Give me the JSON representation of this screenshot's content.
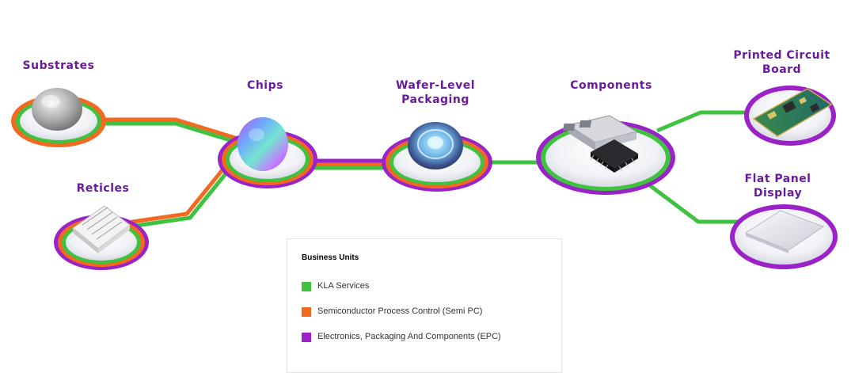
{
  "colors": {
    "services": "#3fc23f",
    "semi_pc": "#f26a21",
    "epc": "#9b22c9",
    "label": "#6a1b9a"
  },
  "nodes": {
    "substrates": {
      "label": "Substrates",
      "icon": "substrate-wafer-icon"
    },
    "reticles": {
      "label": "Reticles",
      "icon": "reticle-icon"
    },
    "chips": {
      "label": "Chips",
      "icon": "chip-wafer-icon"
    },
    "wlp": {
      "label": "Wafer-Level Packaging",
      "icon": "packaged-wafer-icon"
    },
    "components": {
      "label": "Components",
      "icon": "components-icon"
    },
    "pcb": {
      "label": "Printed Circuit Board",
      "icon": "circuit-board-icon"
    },
    "fpd": {
      "label": "Flat Panel Display",
      "icon": "flat-panel-icon"
    }
  },
  "legend": {
    "title": "Business Units",
    "items": [
      {
        "label": "KLA Services",
        "color": "#3fc23f"
      },
      {
        "label": "Semiconductor Process Control (Semi PC)",
        "color": "#f26a21"
      },
      {
        "label": "Electronics, Packaging And Components (EPC)",
        "color": "#9b22c9"
      }
    ]
  }
}
